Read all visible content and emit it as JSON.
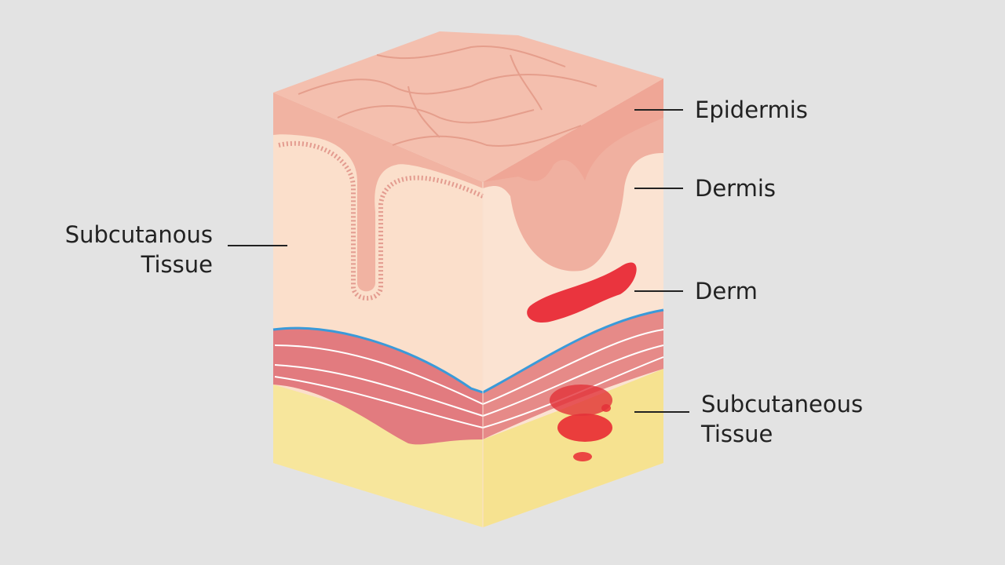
{
  "labels": {
    "epidermis": "Epidermis",
    "dermis": "Dermis",
    "derm": "Derm",
    "subcutaneous_right_1": "Subcutaneous",
    "subcutaneous_right_2": "Tissue",
    "subcutanous_left_1": "Subcutanous",
    "subcutanous_left_2": "Tissue"
  },
  "colors": {
    "background": "#e3e3e3",
    "epidermis": "#f1b3a2",
    "dermis": "#fbdfcb",
    "muscle_layer": "#e27b7f",
    "subcutaneous_fat": "#f7e69c",
    "bruise": "#e8202e",
    "vessel": "#3a9ad9"
  }
}
